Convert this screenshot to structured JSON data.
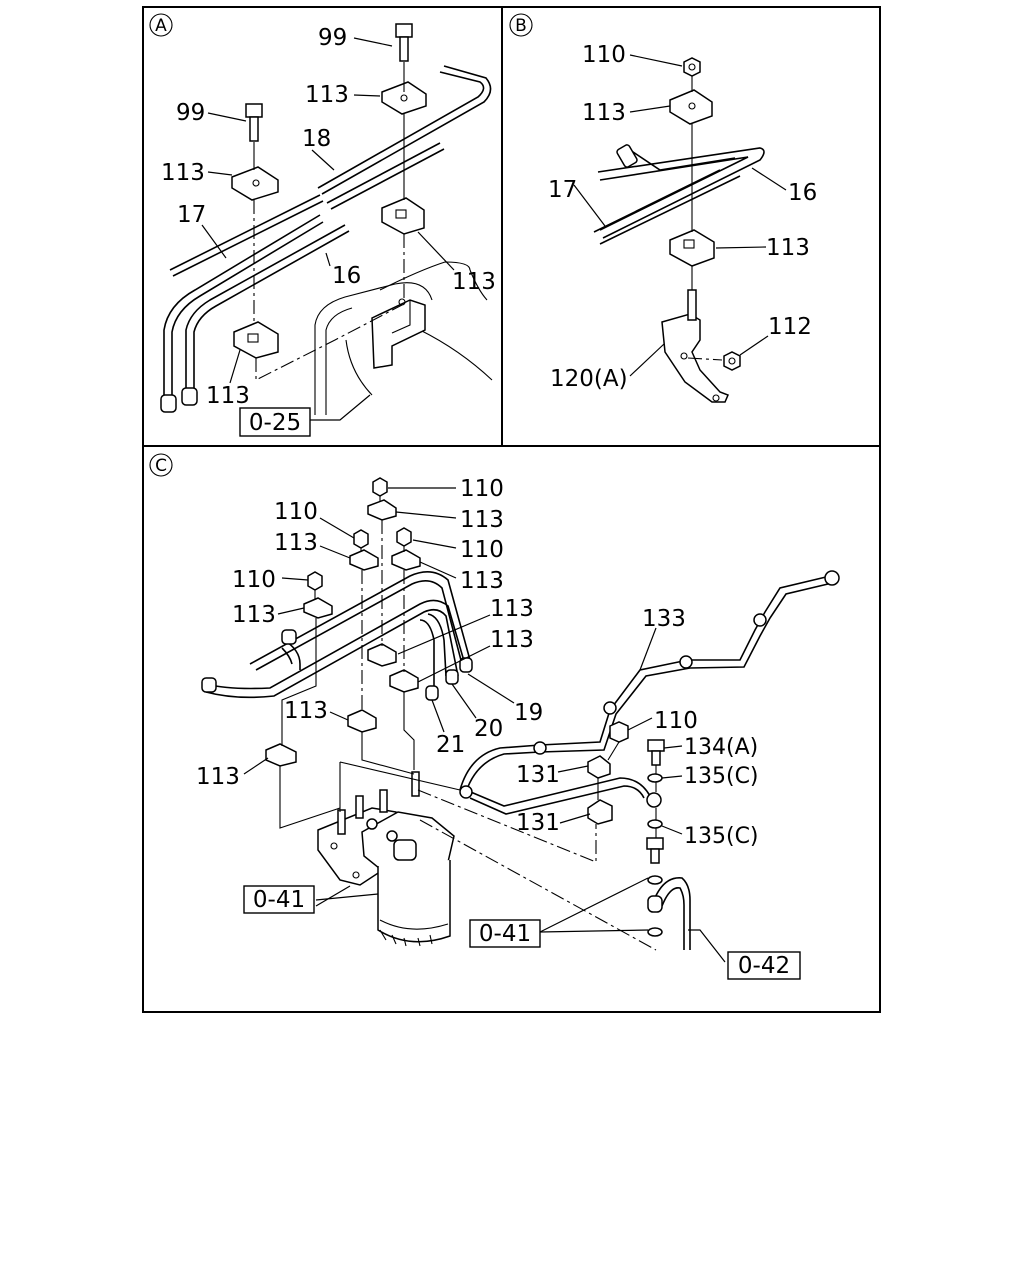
{
  "panels": {
    "a": {
      "letter": "A",
      "labels": {
        "p99_top": "99",
        "p113_top": "113",
        "p99_left": "99",
        "p18": "18",
        "p113_left": "113",
        "p17": "17",
        "p16": "16",
        "p113_right": "113",
        "p113_bottom": "113"
      },
      "ref_box": "0-25"
    },
    "b": {
      "letter": "B",
      "labels": {
        "p110": "110",
        "p113_top": "113",
        "p17": "17",
        "p16": "16",
        "p113_lower": "113",
        "p112": "112",
        "p120": "120(A)"
      }
    },
    "c": {
      "letter": "C",
      "labels": {
        "p110_a": "110",
        "p113_a": "113",
        "p110_b": "110",
        "p113_b": "113",
        "p110_c": "110",
        "p113_c": "113",
        "p110_d": "110",
        "p113_d": "113",
        "p113_e": "113",
        "p113_f": "113",
        "p113_g": "113",
        "p113_h": "113",
        "p133": "133",
        "p19": "19",
        "p20": "20",
        "p21": "21",
        "p110_e": "110",
        "p134": "134(A)",
        "p131_a": "131",
        "p135_a": "135(C)",
        "p131_b": "131",
        "p135_b": "135(C)"
      },
      "ref_box_left": "0-41",
      "ref_box_mid": "0-41",
      "ref_box_right": "0-42"
    }
  }
}
